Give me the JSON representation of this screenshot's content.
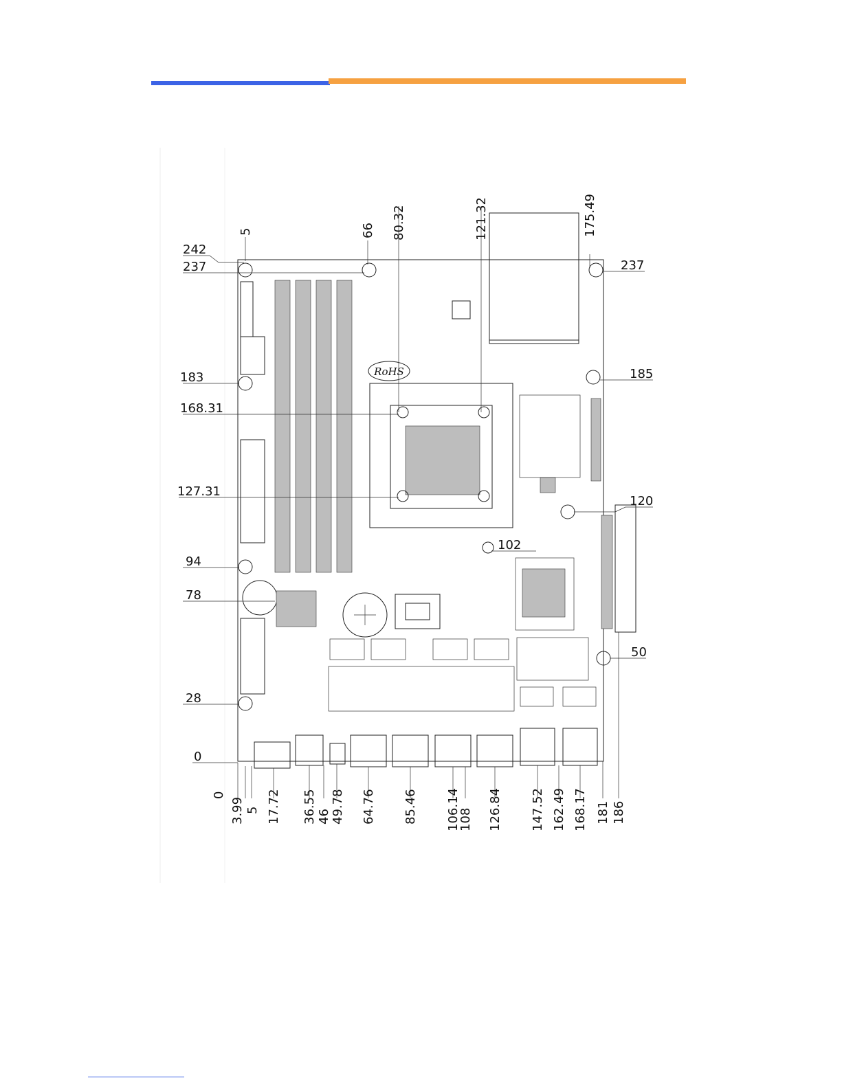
{
  "header": {
    "accent_left_color": "#3c63e6",
    "accent_right_color": "#f6a141"
  },
  "drawing": {
    "left_dimensions": [
      "242",
      "237",
      "183",
      "168.31",
      "127.31",
      "94",
      "78",
      "28",
      "0"
    ],
    "right_dimensions": [
      "237",
      "185",
      "120",
      "102",
      "50"
    ],
    "top_dimensions": [
      "5",
      "66",
      "80.32",
      "121.32",
      "175.49"
    ],
    "bottom_dimensions": [
      "0",
      "3.99",
      "5",
      "17.72",
      "36.55",
      "46",
      "49.78",
      "64.76",
      "85.46",
      "106.14",
      "108",
      "126.84",
      "147.52",
      "162.49",
      "168.17",
      "181",
      "186"
    ],
    "logo_text": "RoHS"
  }
}
